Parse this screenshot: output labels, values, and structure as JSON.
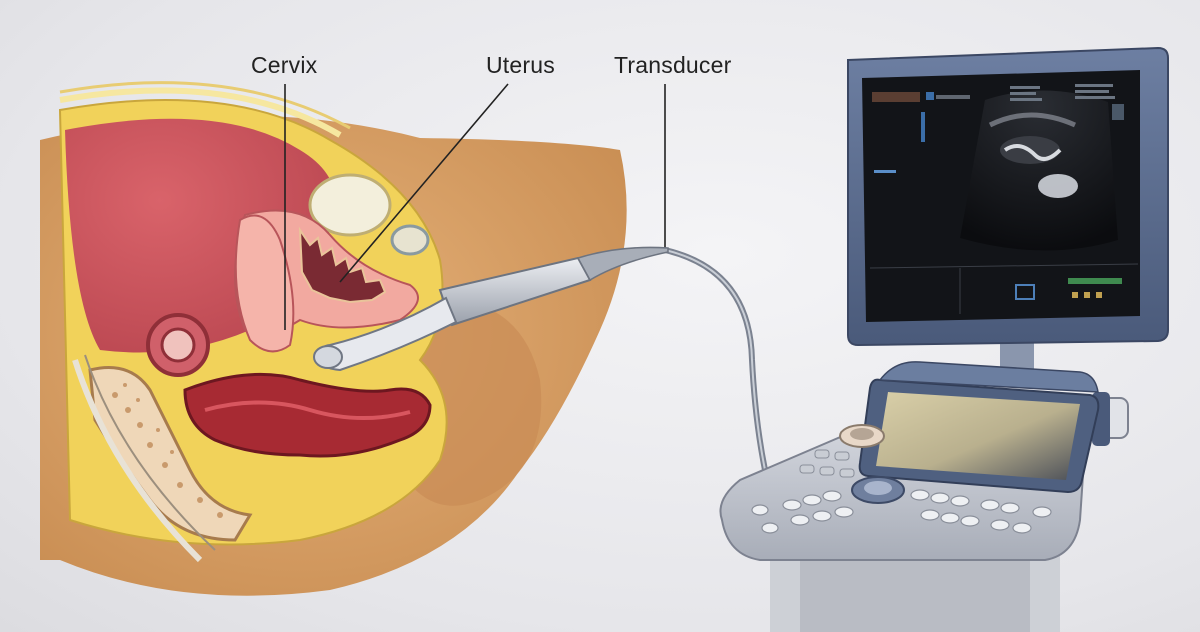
{
  "labels": {
    "cervix": "Cervix",
    "uterus": "Uterus",
    "transducer": "Transducer"
  },
  "colors": {
    "background": "#e9e9ec",
    "skin": "#d9a46a",
    "fat": "#f1d25a",
    "muscle": "#c9505a",
    "uterus_tissue": "#f2a9a0",
    "monitor_frame": "#5a6c8e",
    "device_body": "#c3c7cf"
  }
}
